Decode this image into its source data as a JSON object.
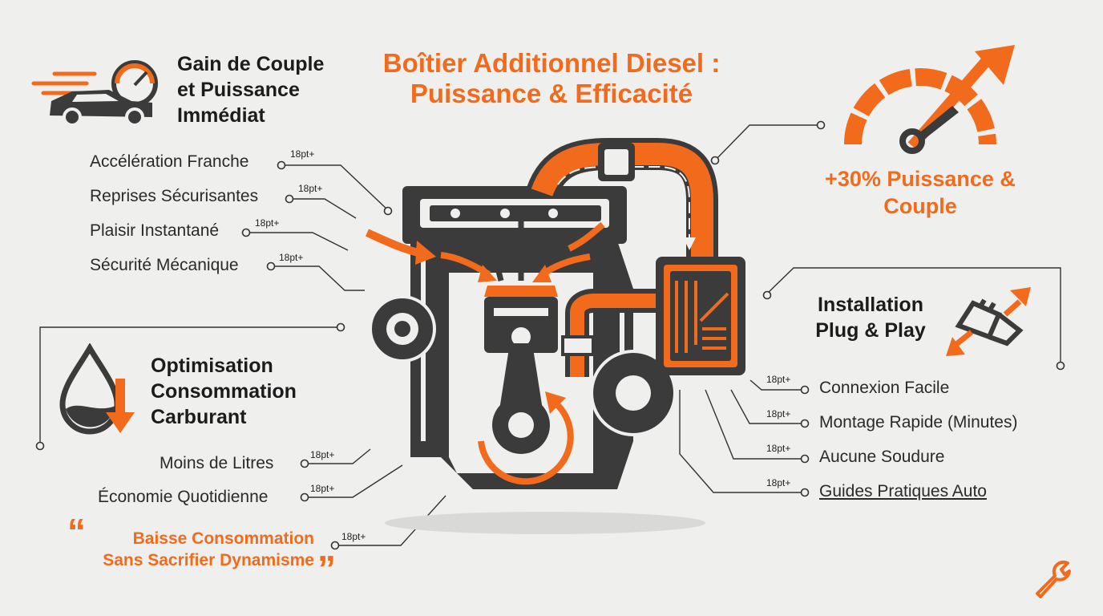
{
  "title_line1": "Boîtier Additionnel Diesel :",
  "title_line2": "Puissance & Efficacité",
  "gain": {
    "title_lines": [
      "Gain de Couple",
      "et Puissance",
      "Immédiat"
    ],
    "items": [
      {
        "label": "Accélération Franche",
        "tag": "18pt+"
      },
      {
        "label": "Reprises Sécurisantes",
        "tag": "18pt+"
      },
      {
        "label": "Plaisir Instantané",
        "tag": "18pt+"
      },
      {
        "label": "Sécurité Mécanique",
        "tag": "18pt+"
      }
    ]
  },
  "power": {
    "lines": [
      "+30% Puissance &",
      "Couple"
    ]
  },
  "install": {
    "title_lines": [
      "Installation",
      "Plug & Play"
    ],
    "items": [
      {
        "label": "Connexion Facile",
        "tag": "18pt+"
      },
      {
        "label": "Montage Rapide (Minutes)",
        "tag": "18pt+"
      },
      {
        "label": "Aucune Soudure",
        "tag": "18pt+"
      },
      {
        "label": "Guides Pratiques Auto",
        "tag": "18pt+"
      }
    ]
  },
  "conso": {
    "title_lines": [
      "Optimisation",
      "Consommation",
      "Carburant"
    ],
    "items": [
      {
        "label": "Moins de Litres",
        "tag": "18pt+"
      },
      {
        "label": "Économie Quotidienne",
        "tag": "18pt+"
      }
    ]
  },
  "quote": {
    "lines": [
      "Baisse Consommation",
      "Sans Sacrifier Dynamisme"
    ],
    "tag": "18pt+",
    "open_mark": "“",
    "close_mark": "”"
  },
  "icons": {
    "car": "car-speed-icon",
    "gauge": "gauge-up-icon",
    "drop": "fuel-drop-down-icon",
    "plug": "plug-icon",
    "wrench": "wrench-icon",
    "engine": "engine-icon"
  },
  "colors": {
    "accent": "#f26b1d",
    "dark": "#3b3b3b",
    "background": "#efefee"
  }
}
